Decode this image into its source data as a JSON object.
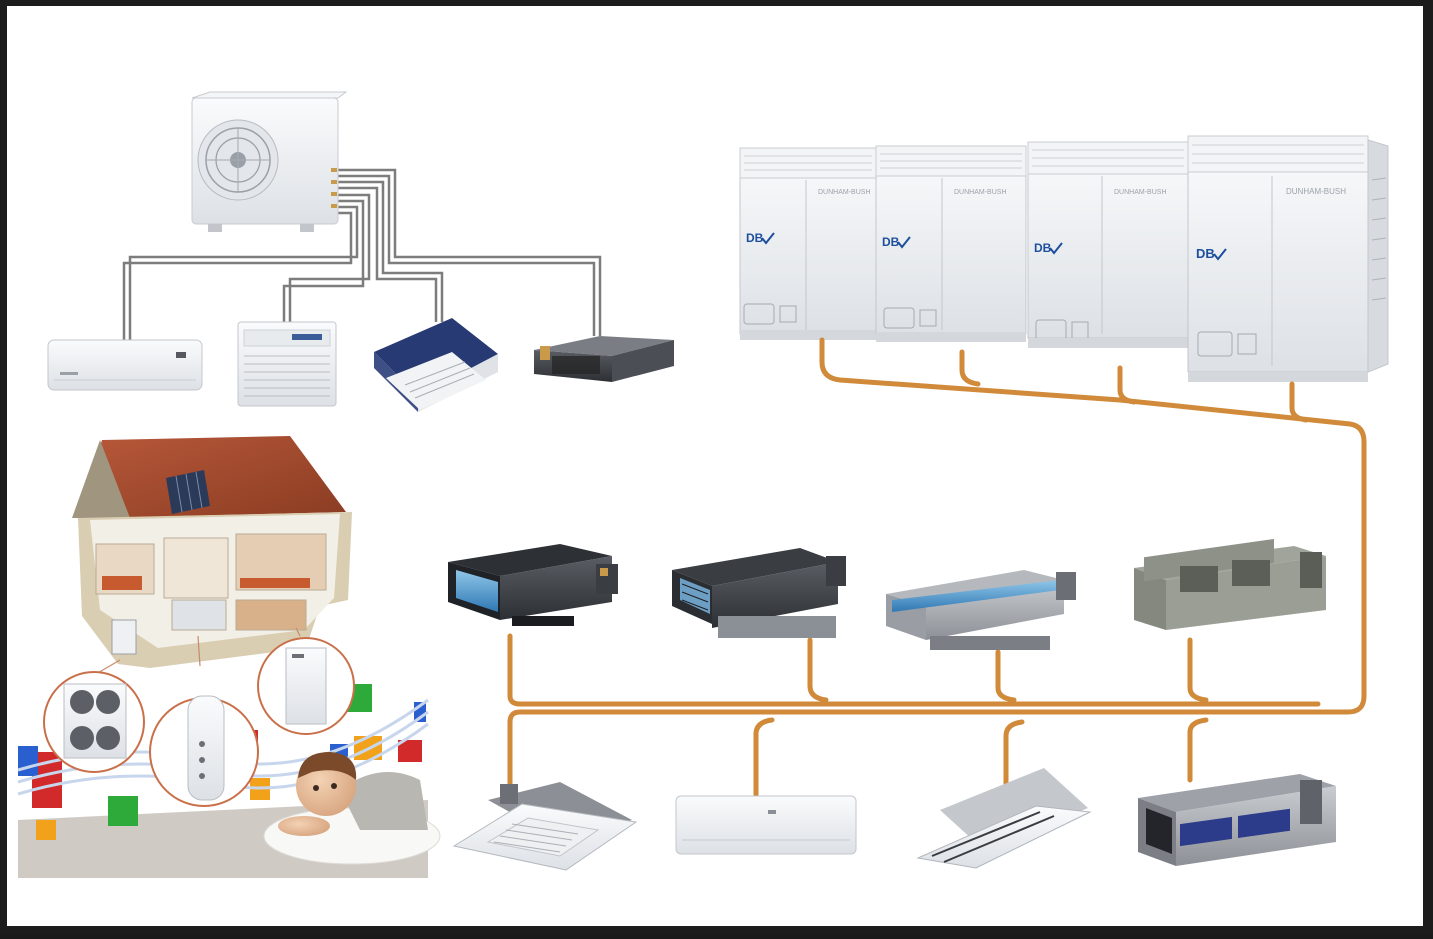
{
  "colors": {
    "frame": "#1c1c1c",
    "canvas": "#ffffff",
    "pipe_copper": "#d08a3a",
    "pipe_grey": "#7d7d7d",
    "unit_white": "#eef0f3",
    "unit_dark": "#3a3d42",
    "brand_blue": "#1d4f9c"
  },
  "vrv_outdoor": {
    "brand_text": "DUNHAM-BUSH",
    "badge_text": "DB",
    "modules": [
      "module-1",
      "module-2",
      "module-3",
      "module-4"
    ]
  },
  "multi_split": {
    "outdoor_icon": "multi-split-outdoor-unit-icon",
    "indoor_icons": [
      "wall-split-icon",
      "floor-console-icon",
      "cassette-icon",
      "ducted-unit-icon"
    ]
  },
  "vrv_indoor_row_top": [
    "ducted-unit-icon",
    "ducted-unit-icon",
    "slim-ducted-unit-icon",
    "ducted-unit-icon"
  ],
  "vrv_indoor_row_bottom": [
    "cassette-icon",
    "wall-split-icon",
    "ceiling-cassette-icon",
    "high-static-ducted-icon"
  ],
  "heat_pump_scene": {
    "house_icon": "house-cutaway-icon",
    "callouts": [
      "heat-pump-outdoor-icon",
      "hot-water-tank-icon",
      "indoor-hydrobox-icon"
    ],
    "child_icon": "child-on-pillow-icon"
  }
}
